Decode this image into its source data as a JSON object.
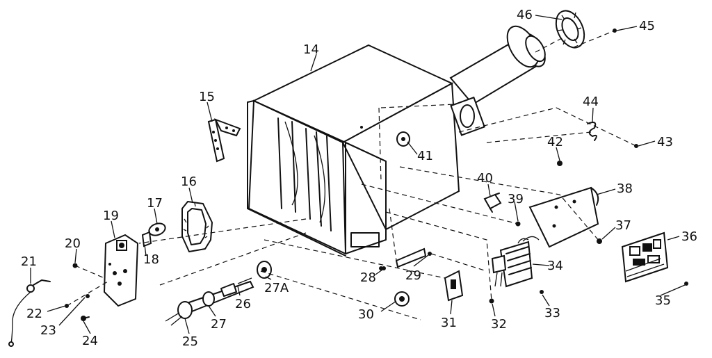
{
  "callouts": {
    "c14": "14",
    "c15": "15",
    "c16": "16",
    "c17": "17",
    "c18": "18",
    "c19": "19",
    "c20": "20",
    "c21": "21",
    "c22": "22",
    "c23": "23",
    "c24": "24",
    "c25": "25",
    "c26": "26",
    "c27": "27",
    "c27a": "27A",
    "c28": "28",
    "c29": "29",
    "c30": "30",
    "c31": "31",
    "c32": "32",
    "c33": "33",
    "c34": "34",
    "c35": "35",
    "c36": "36",
    "c37": "37",
    "c38": "38",
    "c39": "39",
    "c40": "40",
    "c41": "41",
    "c42": "42",
    "c43": "43",
    "c44": "44",
    "c45": "45",
    "c46": "46"
  }
}
